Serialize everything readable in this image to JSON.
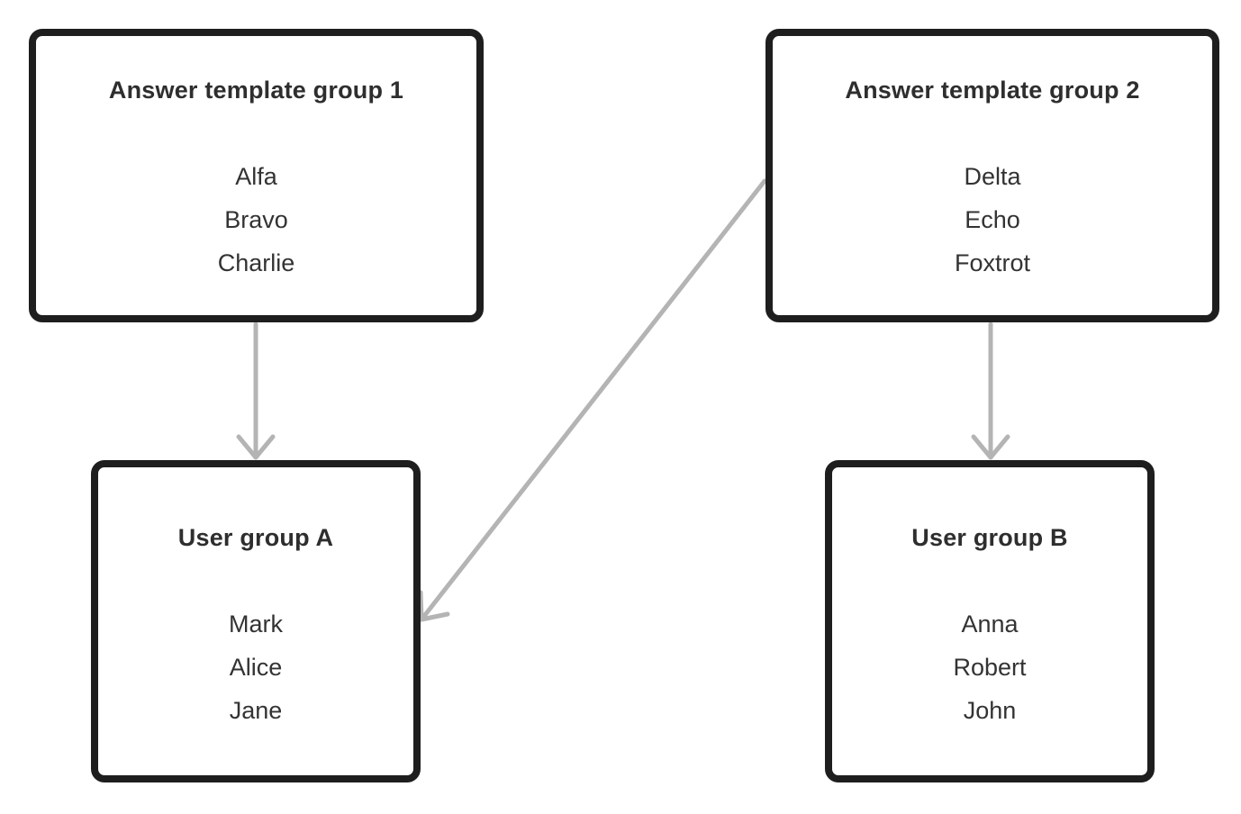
{
  "diagram": {
    "background_color": "#ffffff",
    "node_border_color": "#1e1e1e",
    "node_fill_color": "#ffffff",
    "text_color": "#333333",
    "arrow_color": "#b4b4b4",
    "nodes": [
      {
        "id": "group1",
        "title": "Answer template group 1",
        "items": [
          "Alfa",
          "Bravo",
          "Charlie"
        ]
      },
      {
        "id": "group2",
        "title": "Answer template group 2",
        "items": [
          "Delta",
          "Echo",
          "Foxtrot"
        ]
      },
      {
        "id": "groupA",
        "title": "User group A",
        "items": [
          "Mark",
          "Alice",
          "Jane"
        ]
      },
      {
        "id": "groupB",
        "title": "User group B",
        "items": [
          "Anna",
          "Robert",
          "John"
        ]
      }
    ],
    "edges": [
      {
        "from": "Answer template group 1",
        "to": "User group A"
      },
      {
        "from": "Answer template group 2",
        "to": "User group B"
      },
      {
        "from": "Answer template group 2",
        "to": "User group A"
      }
    ]
  }
}
